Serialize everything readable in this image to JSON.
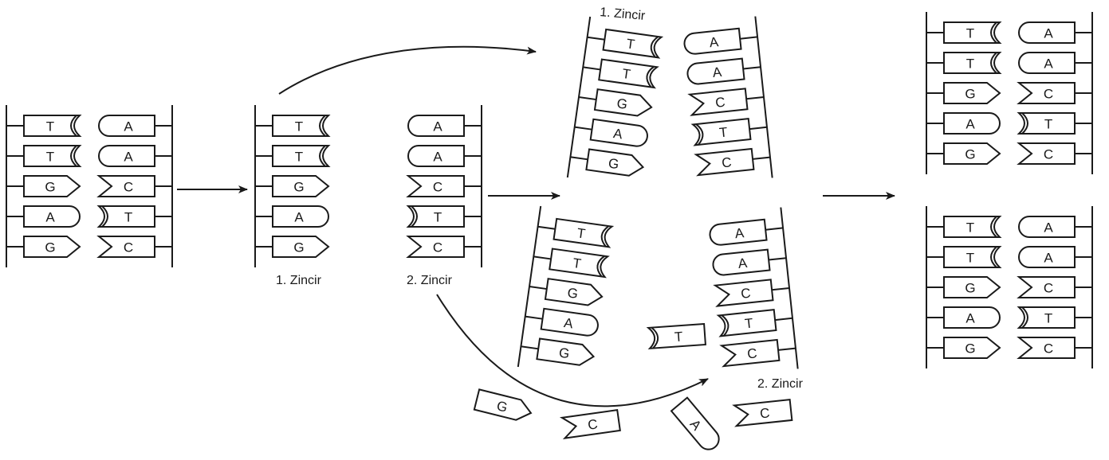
{
  "diagram": {
    "colors": {
      "ink": "#1a1a1a",
      "background": "#ffffff"
    },
    "original_dna": {
      "left_strand": [
        "T",
        "T",
        "G",
        "A",
        "G"
      ],
      "right_strand": [
        "A",
        "A",
        "C",
        "T",
        "C"
      ]
    },
    "separated": {
      "strand_1": [
        "T",
        "T",
        "G",
        "A",
        "G"
      ],
      "strand_2": [
        "A",
        "A",
        "C",
        "T",
        "C"
      ],
      "strand_1_label": "1. Zincir",
      "strand_2_label": "2. Zincir"
    },
    "replicating_top": {
      "label": "1. Zincir",
      "left": [
        "T",
        "T",
        "G",
        "A",
        "G"
      ],
      "right": [
        "A",
        "A",
        "C",
        "T",
        "C"
      ]
    },
    "replicating_bottom": {
      "label": "2. Zincir",
      "left": [
        "T",
        "T",
        "G",
        "A",
        "G"
      ],
      "right": [
        "A",
        "A",
        "C",
        "T",
        "C"
      ]
    },
    "free_nucleotides": [
      "G",
      "C",
      "A",
      "C",
      "T"
    ],
    "products": {
      "top": {
        "left": [
          "T",
          "T",
          "G",
          "A",
          "G"
        ],
        "right": [
          "A",
          "A",
          "C",
          "T",
          "C"
        ]
      },
      "bottom": {
        "left": [
          "T",
          "T",
          "G",
          "A",
          "G"
        ],
        "right": [
          "A",
          "A",
          "C",
          "T",
          "C"
        ]
      }
    }
  }
}
